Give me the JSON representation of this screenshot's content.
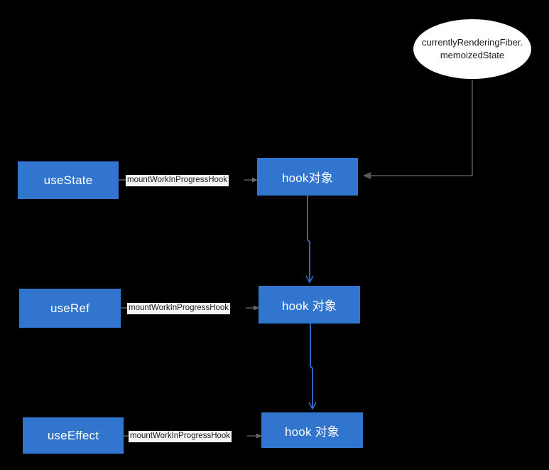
{
  "diagram": {
    "title_note": "React hooks mount linked-list diagram",
    "colors": {
      "background": "#000000",
      "node_fill": "#3275cf",
      "node_text": "#ffffff",
      "blue_edge": "#2f72ce",
      "gray_edge": "#595959",
      "ellipse_fill": "#ffffff",
      "ellipse_text": "#1a1a1a",
      "label_bg": "#f4f4f4"
    },
    "ellipse": {
      "line1": "currentlyRenderingFiber.",
      "line2": "memoizedState"
    },
    "hook_callers": [
      {
        "label": "useState"
      },
      {
        "label": "useRef"
      },
      {
        "label": "useEffect"
      }
    ],
    "hook_nodes": [
      {
        "label": "hook对象"
      },
      {
        "label": "hook 对象"
      },
      {
        "label": "hook 对象"
      }
    ],
    "edge_labels": [
      {
        "text": "mountWorkInProgressHook"
      },
      {
        "text": "mountWorkInProgressHook"
      },
      {
        "text": "mountWorkInProgressHook"
      }
    ]
  }
}
